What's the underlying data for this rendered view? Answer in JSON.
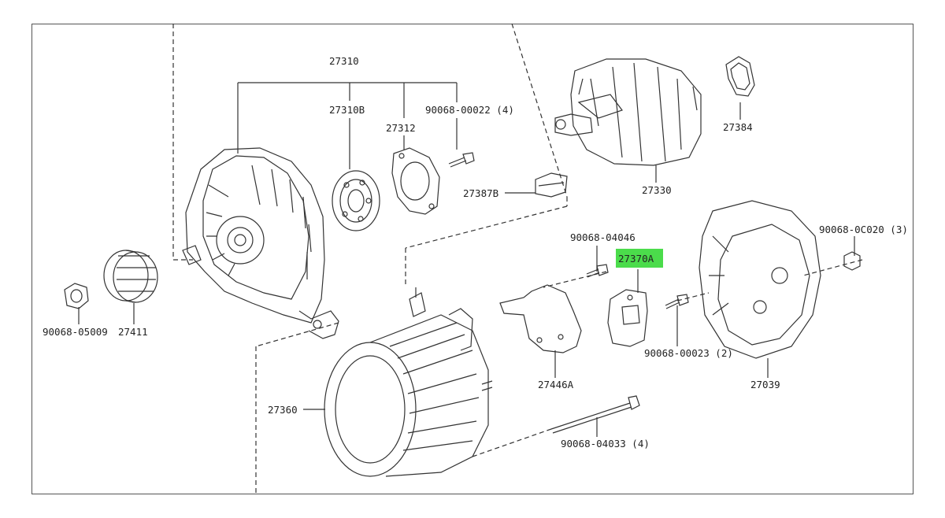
{
  "diagram": {
    "labels": {
      "p27310": "27310",
      "p27310b": "27310B",
      "p27312": "27312",
      "b90068_00022": "90068-00022 (4)",
      "p27387b": "27387B",
      "p27330": "27330",
      "p27384": "27384",
      "p90068_04046": "90068-04046",
      "p27370a": "27370A",
      "b90068_0c020": "90068-0C020 (3)",
      "p90068_05009": "90068-05009",
      "p27411": "27411",
      "p27446a": "27446A",
      "b90068_00023": "90068-00023 (2)",
      "p27039": "27039",
      "p27360": "27360",
      "b90068_04033": "90068-04033 (4)"
    },
    "highlight_color": "#4bdc4b",
    "highlighted_part": "27370A"
  }
}
